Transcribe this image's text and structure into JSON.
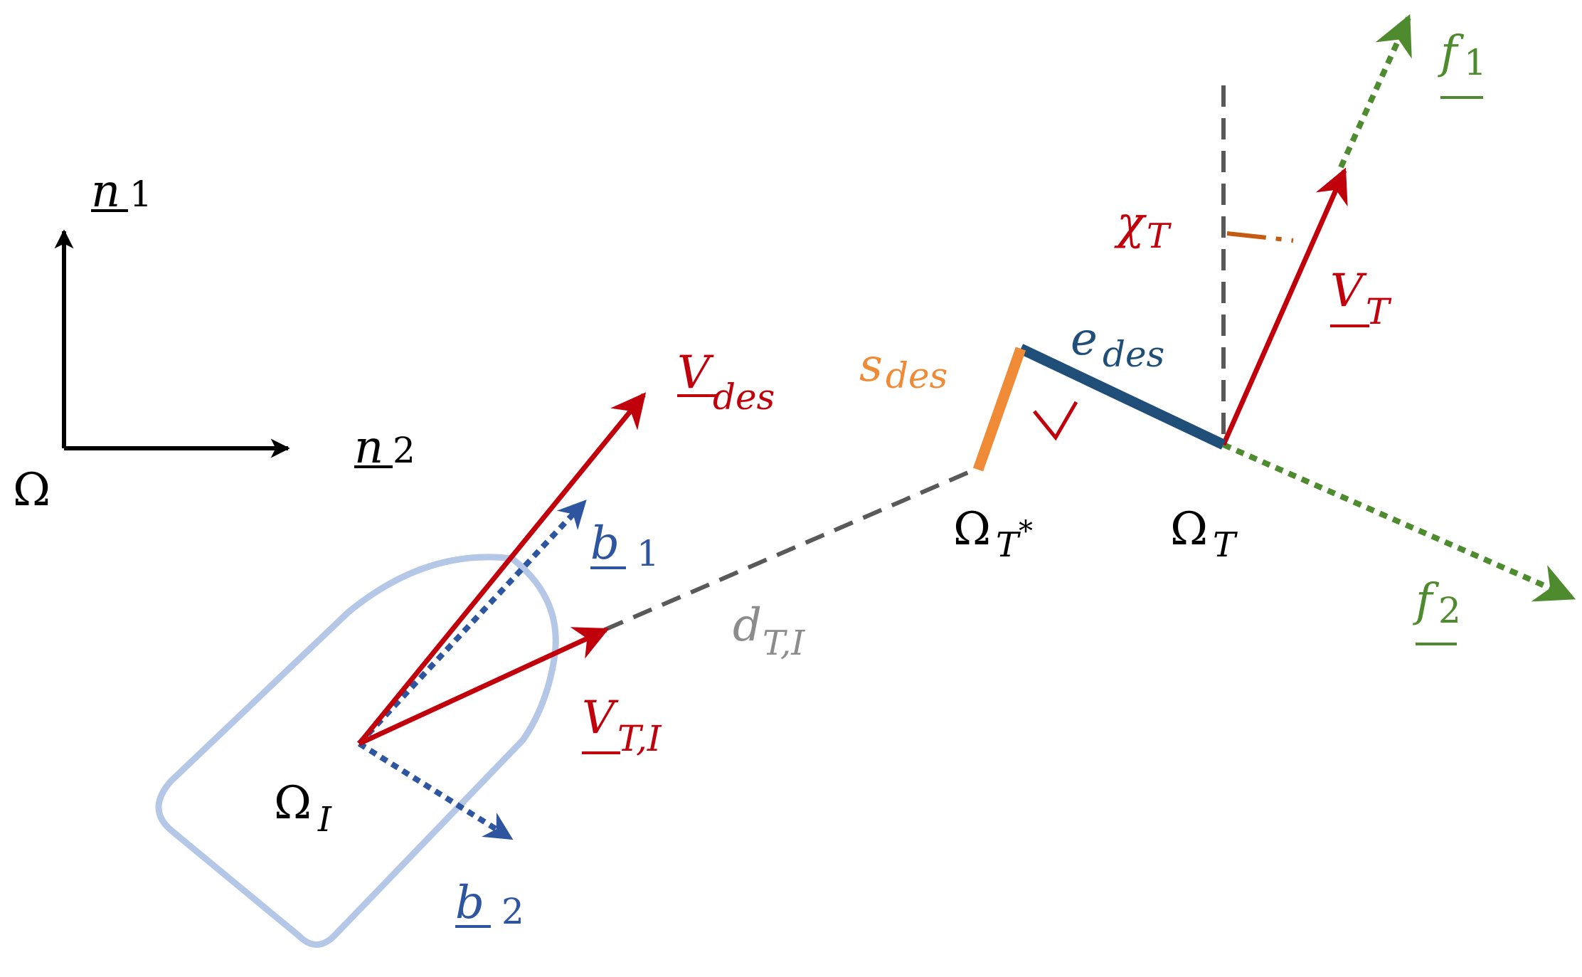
{
  "colors": {
    "black": "#000000",
    "red": "#c0000b",
    "blue": "#2e55a0",
    "navy": "#1f4e79",
    "green": "#4e8a2e",
    "orange": "#ef8a37",
    "burnt": "#c55a11",
    "gray": "#595959",
    "lightgray": "#8c8c8c",
    "vessel": "#b4c7e7"
  },
  "labels": {
    "n1": {
      "base": "n",
      "sub": "1"
    },
    "n2": {
      "base": "n",
      "sub": "2"
    },
    "omega": "Ω",
    "b1": {
      "base": "b",
      "sub": "1"
    },
    "b2": {
      "base": "b",
      "sub": "2"
    },
    "omega_i": {
      "base": "Ω",
      "sub": "I"
    },
    "v_des": {
      "base": "V",
      "sub": "des"
    },
    "v_ti": {
      "base": "V",
      "sub": "T,I"
    },
    "d_ti": {
      "base": "d",
      "sub": "T,I"
    },
    "s_des": {
      "base": "s",
      "sub": "des"
    },
    "e_des": {
      "base": "e",
      "sub": "des"
    },
    "omega_tstar": {
      "base": "Ω",
      "sub": "T",
      "sup": "*"
    },
    "omega_t": {
      "base": "Ω",
      "sub": "T"
    },
    "chi_t": {
      "base": "χ",
      "sub": "T"
    },
    "v_t": {
      "base": "V",
      "sub": "T"
    },
    "f1": {
      "base": "f",
      "sub": "1"
    },
    "f2": {
      "base": "f",
      "sub": "2"
    }
  }
}
